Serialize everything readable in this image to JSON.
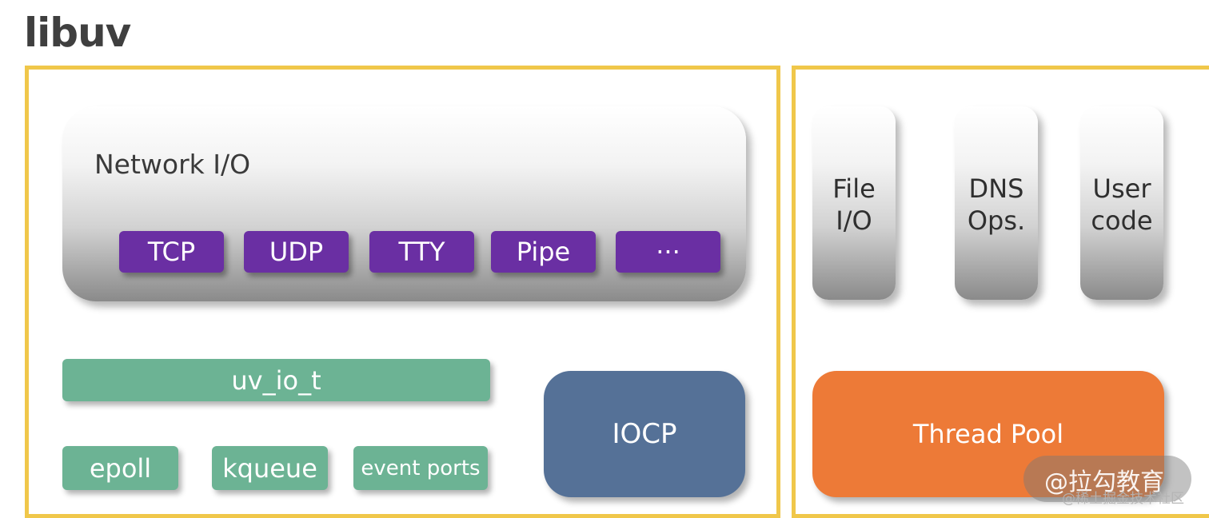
{
  "title": "libuv",
  "network": {
    "label": "Network I/O",
    "items": [
      "TCP",
      "UDP",
      "TTY",
      "Pipe",
      "···"
    ]
  },
  "io_layer": {
    "uv_io_t": "uv_io_t",
    "backends": [
      "epoll",
      "kqueue",
      "event ports"
    ],
    "iocp": "IOCP"
  },
  "thread_side": {
    "columns": [
      {
        "line1": "File",
        "line2": "I/O"
      },
      {
        "line1": "DNS",
        "line2": "Ops."
      },
      {
        "line1": "User",
        "line2": "code"
      }
    ],
    "thread_pool": "Thread Pool"
  },
  "colors": {
    "frame": "#f0c74a",
    "purple": "#6a2fa3",
    "green": "#6cb394",
    "iocp": "#557197",
    "thread_pool": "#ed7a37"
  },
  "watermark": {
    "main": "@拉勾教育",
    "sub": "@稀土掘金技术社区"
  }
}
